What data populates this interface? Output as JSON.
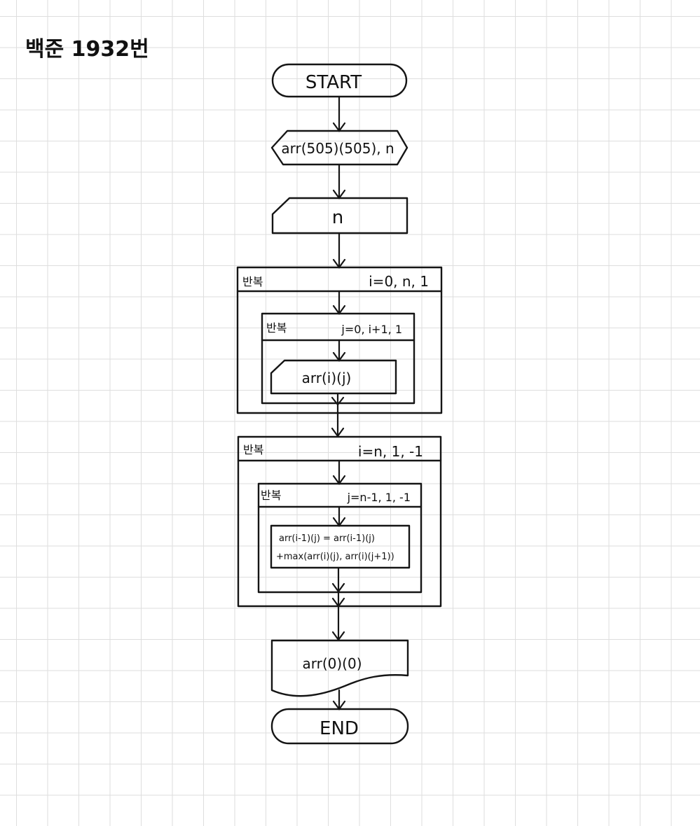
{
  "title": "백준 1932번",
  "flow": {
    "start": "START",
    "declare": "arr(505)(505), n",
    "input_n": "n",
    "loop1": {
      "keyword": "반복",
      "range": "i=0, n, 1"
    },
    "loop1_inner": {
      "keyword": "반복",
      "range": "j=0, i+1, 1"
    },
    "input_arr": "arr(i)(j)",
    "loop2": {
      "keyword": "반복",
      "range": "i=n, 1, -1"
    },
    "loop2_inner": {
      "keyword": "반복",
      "range": "j=n-1, 1, -1"
    },
    "process_line1": "arr(i-1)(j) = arr(i-1)(j)",
    "process_line2": "+max(arr(i)(j), arr(i)(j+1))",
    "output": "arr(0)(0)",
    "end": "END"
  }
}
